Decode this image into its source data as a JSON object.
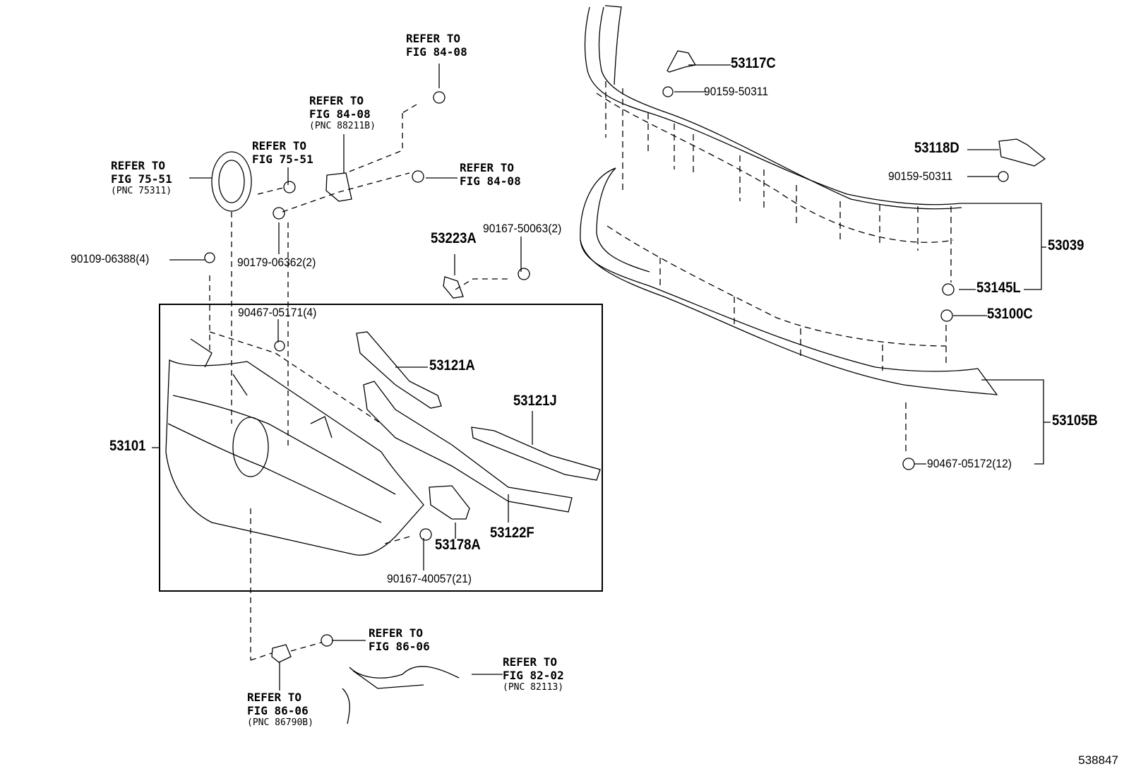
{
  "diagram": {
    "figure_id": "538847",
    "references": [
      {
        "id": "ref-fig-84-08-top",
        "line1": "REFER TO",
        "line2": "FIG 84-08",
        "pnc": ""
      },
      {
        "id": "ref-fig-84-08-pnc",
        "line1": "REFER TO",
        "line2": "FIG 84-08",
        "pnc": "(PNC 88211B)"
      },
      {
        "id": "ref-fig-75-51-emblem",
        "line1": "REFER TO",
        "line2": "FIG 75-51",
        "pnc": "(PNC 75311)"
      },
      {
        "id": "ref-fig-75-51",
        "line1": "REFER TO",
        "line2": "FIG 75-51",
        "pnc": ""
      },
      {
        "id": "ref-fig-84-08-right",
        "line1": "REFER TO",
        "line2": "FIG 84-08",
        "pnc": ""
      },
      {
        "id": "ref-fig-86-06-screw",
        "line1": "REFER TO",
        "line2": "FIG 86-06",
        "pnc": ""
      },
      {
        "id": "ref-fig-86-06-sensor",
        "line1": "REFER TO",
        "line2": "FIG 86-06",
        "pnc": "(PNC 86790B)"
      },
      {
        "id": "ref-fig-82-02",
        "line1": "REFER TO",
        "line2": "FIG 82-02",
        "pnc": "(PNC 82113)"
      }
    ],
    "parts": {
      "p53117C": "53117C",
      "p90159_50311_a": "90159-50311",
      "p53118D": "53118D",
      "p90159_50311_b": "90159-50311",
      "p53039": "53039",
      "p53145L": "53145L",
      "p53100C": "53100C",
      "p53105B": "53105B",
      "p90467_05172": "90467-05172(12)",
      "p53223A": "53223A",
      "p90167_50063": "90167-50063(2)",
      "p90109_06388": "90109-06388(4)",
      "p90179_06362": "90179-06362(2)",
      "p90467_05171": "90467-05171(4)",
      "p53121A": "53121A",
      "p53121J": "53121J",
      "p53101": "53101",
      "p53178A": "53178A",
      "p53122F": "53122F",
      "p90167_40057": "90167-40057(21)"
    }
  }
}
